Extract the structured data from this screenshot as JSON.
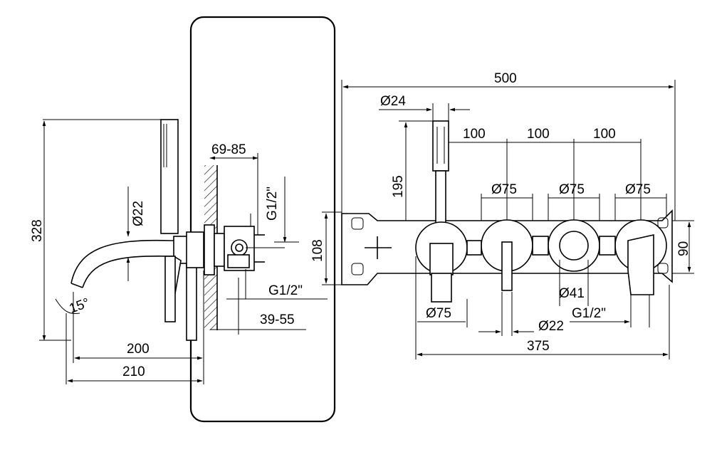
{
  "dimensions": {
    "side": {
      "height": "328",
      "pipe_dia": "Ø22",
      "angle": "15°",
      "reach_200": "200",
      "reach_210": "210"
    },
    "section": {
      "depth": "69-85",
      "inlet_top": "G1/2\"",
      "inlet_bottom": "G1/2\"",
      "wall_depth": "39-55"
    },
    "front": {
      "width_total": "500",
      "handshower_dia": "Ø24",
      "spacing_1": "100",
      "spacing_2": "100",
      "spacing_3": "100",
      "height_195": "195",
      "rosette_1": "Ø75",
      "rosette_2": "Ø75",
      "rosette_3": "Ø75",
      "rosette_4": "Ø75",
      "plate_height": "108",
      "plate_height_right": "90",
      "spout_dia": "Ø41",
      "spout_pipe": "Ø22",
      "outlet": "G1/2\"",
      "width_375": "375"
    }
  }
}
